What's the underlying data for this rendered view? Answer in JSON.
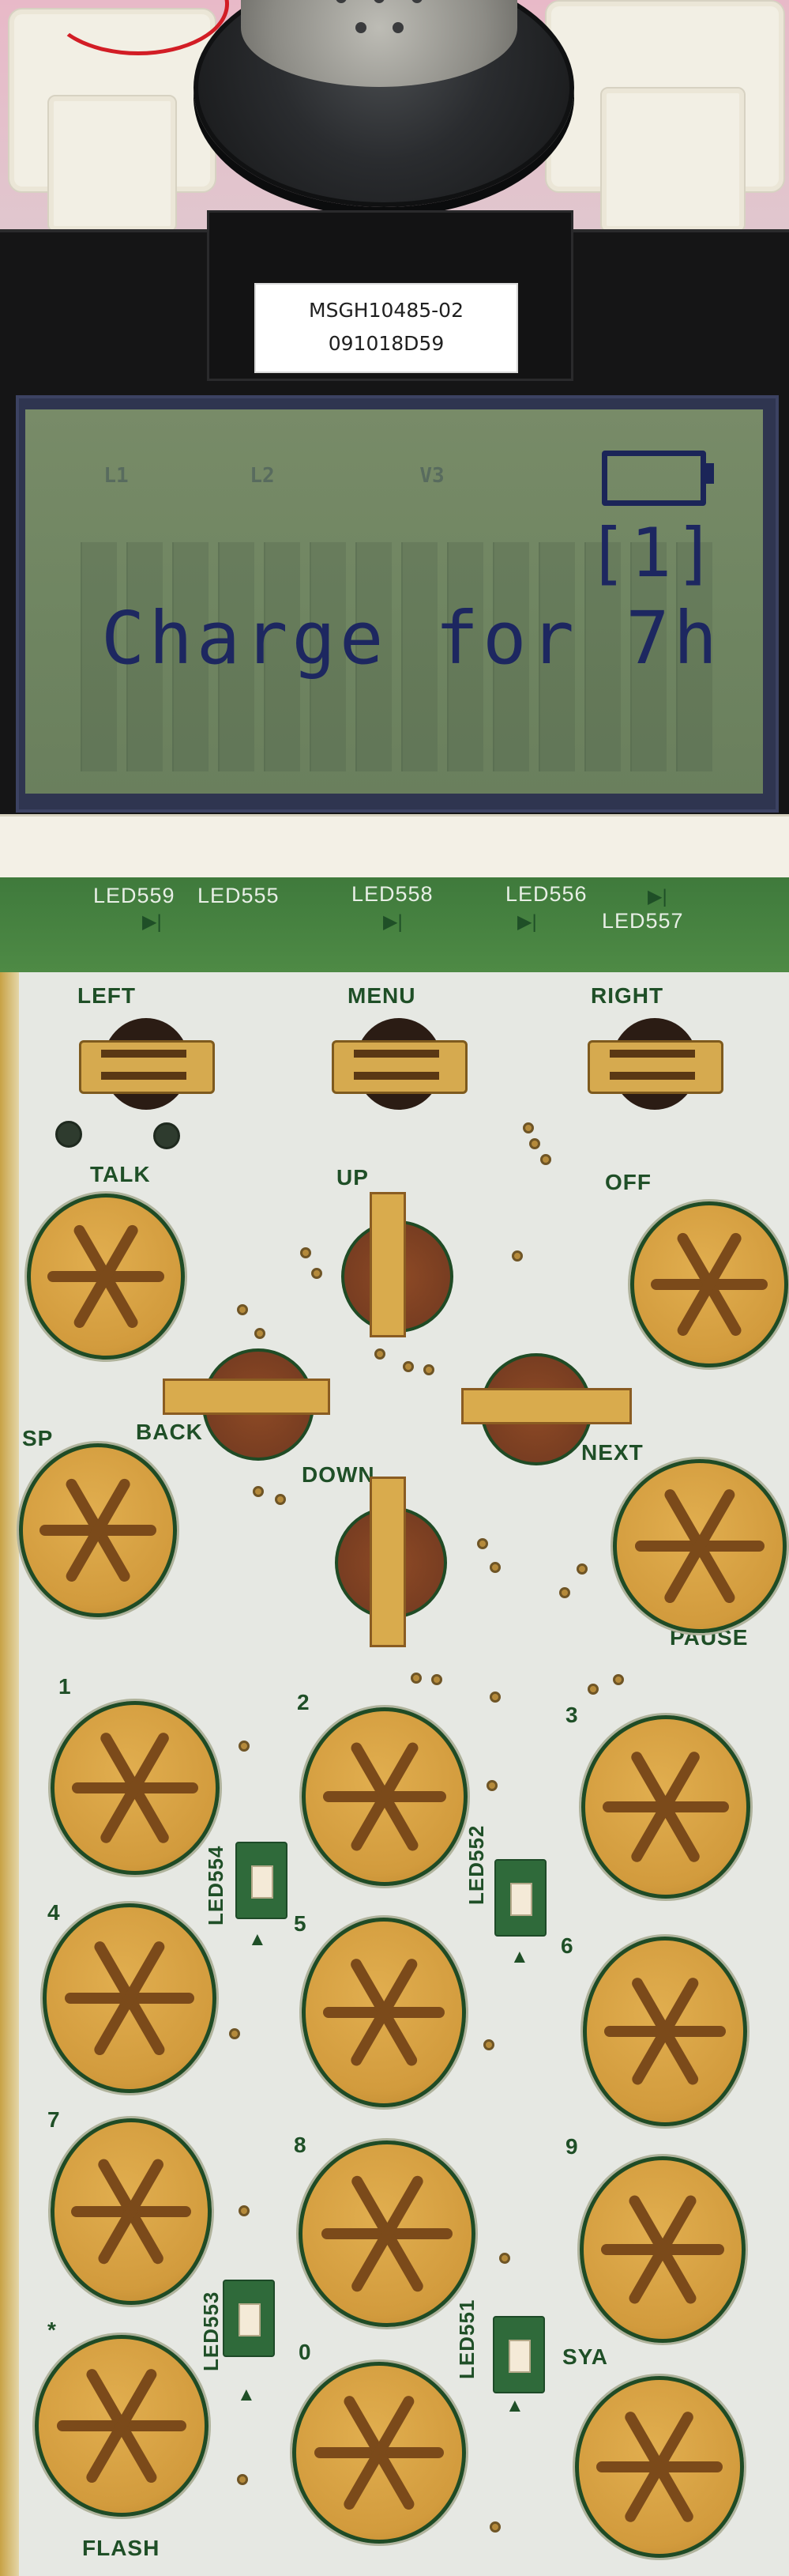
{
  "sticker": {
    "line1": "MSGH10485-02",
    "line2": "091018D59"
  },
  "lcd": {
    "index_label": "[1]",
    "message": "Charge for 7h",
    "ghost_indicators": [
      "L1",
      "L2",
      "V3"
    ],
    "battery_level": 0.0
  },
  "pcb": {
    "leds": [
      "LED559",
      "LED555",
      "LED558",
      "LED556",
      "LED557",
      "LED554",
      "LED552",
      "LED553",
      "LED551"
    ],
    "soft_keys": [
      "LEFT",
      "MENU",
      "RIGHT"
    ],
    "nav_keys": [
      "UP",
      "BACK",
      "NEXT",
      "DOWN"
    ],
    "function_keys": [
      "TALK",
      "OFF",
      "SP",
      "PAUSE"
    ],
    "digits": [
      "1",
      "2",
      "3",
      "4",
      "5",
      "6",
      "7",
      "8",
      "9",
      "*",
      "0",
      "SYA"
    ],
    "bottom_label": "FLASH"
  },
  "colors": {
    "lcd_text": "#1d2760",
    "pad_gold": "#d6a44a",
    "pcb_silk": "#1f4f27"
  }
}
